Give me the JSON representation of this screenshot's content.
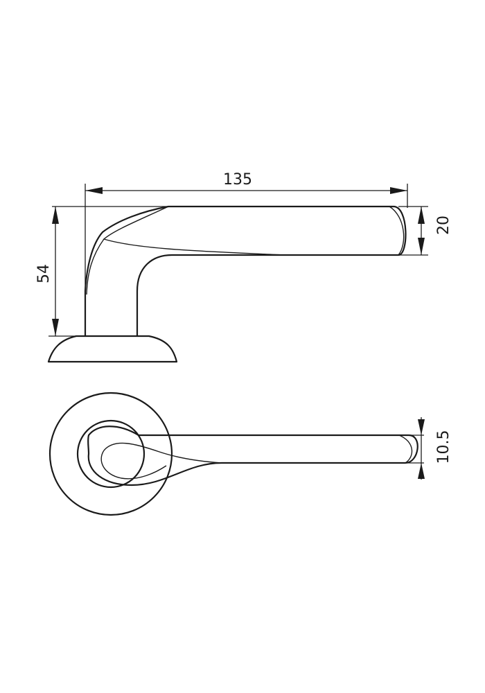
{
  "dimensions": {
    "length": "135",
    "height": "54",
    "grip_height": "20",
    "grip_width": "10.5"
  },
  "colors": {
    "line": "#1a1a1a",
    "background": "#ffffff"
  }
}
